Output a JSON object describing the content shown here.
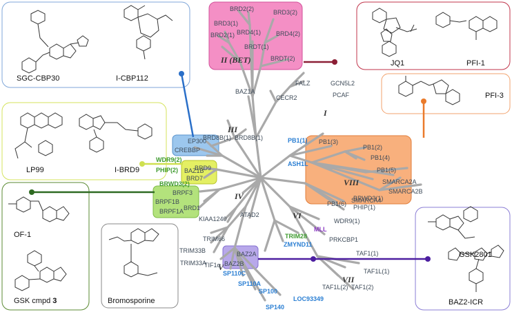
{
  "colors": {
    "branch": "#a9a9a9",
    "label": "#3d4a58",
    "probe_blue": "#2b7fd3",
    "probe_green": "#3e9a2e",
    "probe_purple": "#8a39c2",
    "bet_fill": "#f48fc5",
    "cbp_fill": "#9cc7ee",
    "brd9_fill": "#e4ef63",
    "brpf_fill": "#b3e27c",
    "viii_fill": "#f8b07d",
    "baz2_fill": "#b8a8ea"
  },
  "families": {
    "I": "I",
    "II": "II (BET)",
    "III": "III",
    "IV": "IV",
    "V": "V",
    "VI": "VI",
    "VII": "VII",
    "VIII": "VIII"
  },
  "proteins": {
    "brd2_2": "BRD2(2)",
    "brd3_2": "BRD3(2)",
    "brd3_1": "BRD3(1)",
    "brd2_1": "BRD2(1)",
    "brd4_1": "BRD4(1)",
    "brd4_2": "BRD4(2)",
    "brdt_1": "BRDT(1)",
    "brdt_2": "BRDT(2)",
    "baz1a": "BAZ1A",
    "falz": "FALZ",
    "gcn5l2": "GCN5L2",
    "pcaf": "PCAF",
    "cecr2": "CECR2",
    "ep300": "EP300",
    "crebbp": "CREBBP",
    "wdr9_2": "WDR9(2)",
    "phip_2": "PHIP(2)",
    "brd8b_1": "BRD8B(1)",
    "brd8b_1b": "BRD8B(1)",
    "brwd3_2": "BRWD3(2)",
    "baz1b": "BAZ1B",
    "brd9": "BRD9",
    "brd7": "BRD7",
    "brpf3": "BRPF3",
    "brpf1b": "BRPF1B",
    "brpf1a": "BRPF1A",
    "brd1": "BRD1",
    "kiaa1240": "KIAA1240",
    "atad2": "ATAD2",
    "pb1_1": "PB1(1)",
    "pb1_3": "PB1(3)",
    "pb1_2": "PB1(2)",
    "pb1_4": "PB1(4)",
    "pb1_5": "PB1(5)",
    "ash1l": "ASH1L",
    "smarca2a": "SMARCA2A",
    "smarca2b": "SMARCA2B",
    "smarca4": "SMARCA4",
    "pb1_6": "PB1(6)",
    "brwd3_1": "BRWD3(1)",
    "phip_1": "PHIP(1)",
    "wdr9_1": "WDR9(1)",
    "mll": "MLL",
    "trim28": "TRIM28",
    "zmynd11": "ZMYND11",
    "prkcbp1": "PRKCBP1",
    "baz2a": "BAZ2A",
    "baz2b": "BAZ2B",
    "taf1_1": "TAF1(1)",
    "taf1l_1": "TAF1L(1)",
    "taf1l_2": "TAF1L(2)",
    "taf1_2": "TAF1(2)",
    "trim66": "TRIM66",
    "trim33b": "TRIM33B",
    "trim33a": "TRIM33A",
    "tif1a": "TIF1α",
    "sp110c": "SP110C",
    "sp110a": "SP110A",
    "sp100": "SP100",
    "sp140": "SP140",
    "loc93349": "LOC93349"
  },
  "probes": {
    "sgc_cbp30": "SGC-CBP30",
    "i_cbp112": "I-CBP112",
    "jq1": "JQ1",
    "pfi1": "PFI-1",
    "pfi3": "PFI-3",
    "lp99": "LP99",
    "i_brd9": "I-BRD9",
    "of1": "OF-1",
    "gsk_cmpd": "GSK cmpd",
    "gsk_cmpd_num": "3",
    "bromosporine": "Bromosporine",
    "gsk2801": "GSK2801",
    "baz2_icr": "BAZ2-ICR"
  }
}
